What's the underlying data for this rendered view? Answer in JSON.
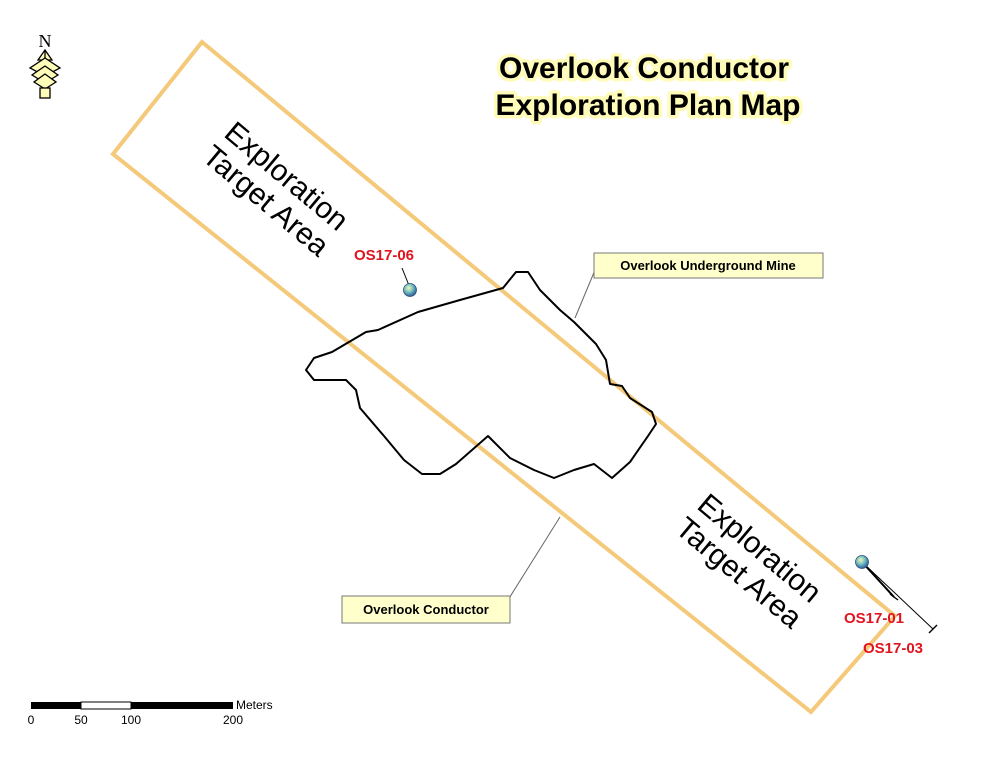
{
  "title": {
    "line1": "Overlook Conductor",
    "line2": "Exploration Plan Map"
  },
  "north_arrow": {
    "label": "N",
    "icon": "north-arrow-icon"
  },
  "target_areas": [
    {
      "line1": "Exploration",
      "line2": "Target Area"
    },
    {
      "line1": "Exploration",
      "line2": "Target Area"
    }
  ],
  "drill_holes": [
    {
      "id": "OS17-06"
    },
    {
      "id": "OS17-01"
    },
    {
      "id": "OS17-03"
    }
  ],
  "callouts": {
    "mine": "Overlook Underground Mine",
    "conductor": "Overlook Conductor"
  },
  "scale_bar": {
    "unit": "Meters",
    "ticks": [
      "0",
      "50",
      "100",
      "200"
    ]
  },
  "colors": {
    "target_area_outline": "#f5c97a",
    "hole_label": "#e0141e",
    "callout_fill": "#ffffcc",
    "title_glow": "#fffbb8"
  }
}
